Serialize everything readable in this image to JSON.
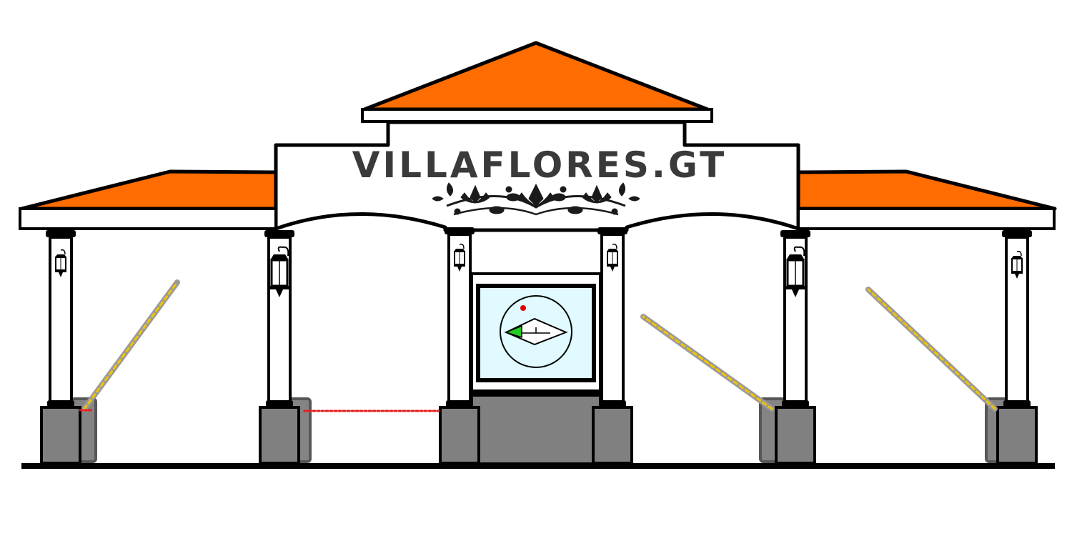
{
  "sign": {
    "title": "VILLAFLORES.GT"
  },
  "colors": {
    "roof": "#ff6c00",
    "outline": "#000000",
    "wall": "#ffffff",
    "base": "#808080",
    "screen": "#e0faff",
    "barrier_yellow": "#f2c400",
    "barrier_grey": "#9a9a9a",
    "chain": "#e31e1e",
    "compass_marker": "#e00000",
    "compass_needle": "#22cc22",
    "text": "#3a3a3a"
  },
  "icons": {
    "lamp": "wall-lantern-icon",
    "ornament": "floral-ornament-icon",
    "compass": "compass-icon"
  },
  "barriers": {
    "left_outer": "raised",
    "center_left": "closed-chain",
    "right_inner": "raised",
    "right_outer": "raised"
  }
}
